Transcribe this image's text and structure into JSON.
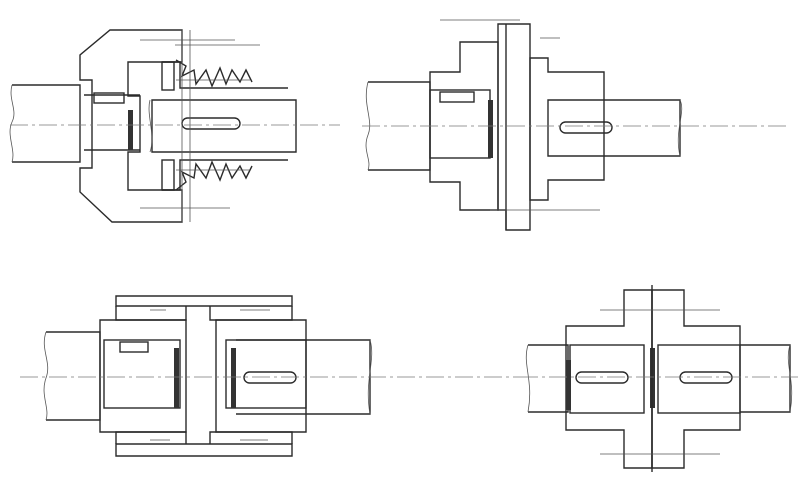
{
  "drawing": {
    "views": [
      {
        "id": "coupling-1",
        "type": "gear-coupling-section"
      },
      {
        "id": "coupling-2",
        "type": "flange-coupling-section"
      },
      {
        "id": "coupling-3",
        "type": "sleeve-coupling-section"
      },
      {
        "id": "coupling-4",
        "type": "rigid-flange-coupling-section"
      }
    ],
    "colors": {
      "line": "#2b2b2b",
      "hatch": "#6a6a6a",
      "background": "#ffffff"
    }
  }
}
